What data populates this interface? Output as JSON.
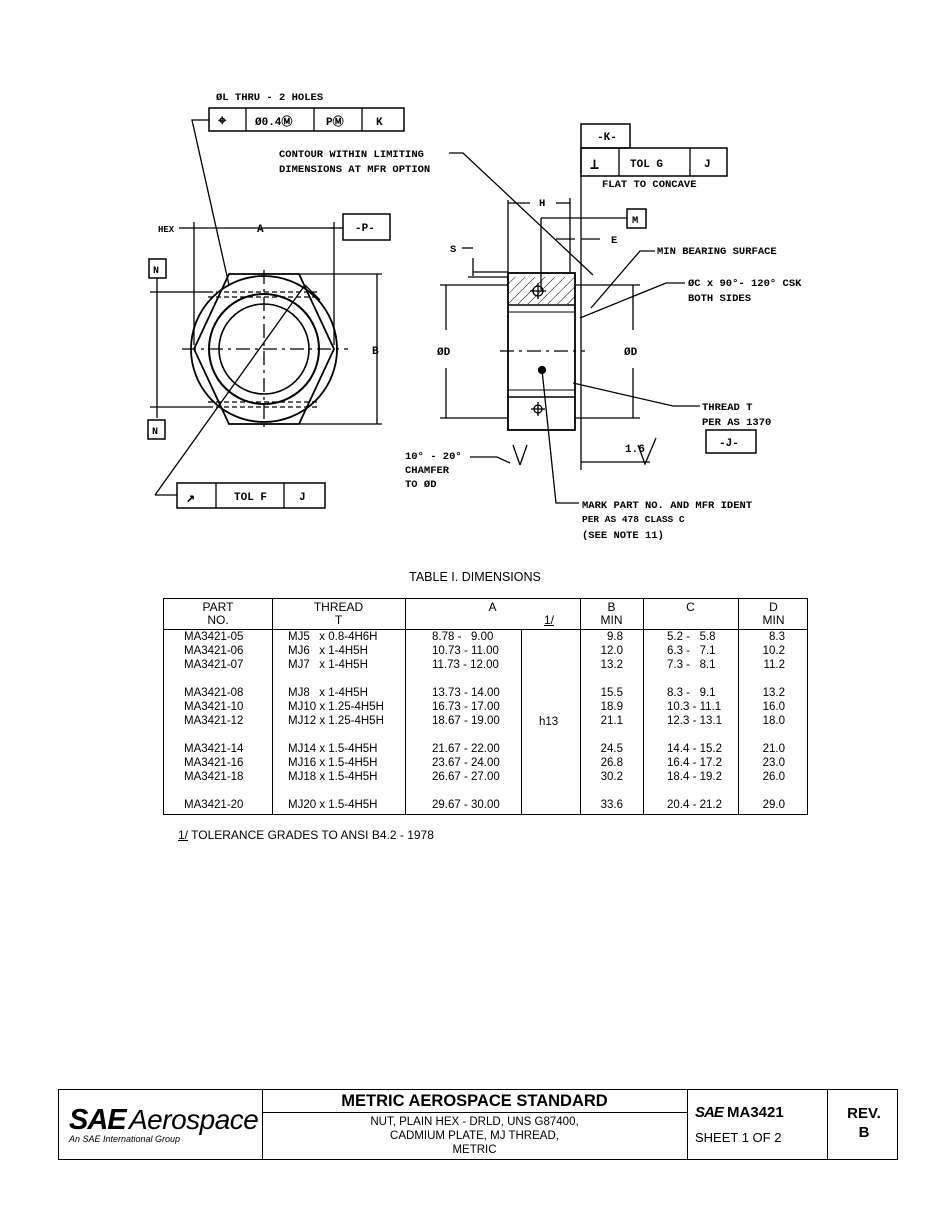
{
  "drawing": {
    "callouts": {
      "thru_holes": "ØL THRU - 2 HOLES",
      "fcf_position": [
        "⌖",
        "Ø0.4Ⓜ",
        "PⓂ",
        "K"
      ],
      "hex": "HEX",
      "dim_a": "A",
      "datum_p": "-P-",
      "datum_n": "N",
      "dim_b": "B",
      "fcf_runout": [
        "↗",
        "TOL F",
        "J"
      ],
      "contour": [
        "CONTOUR WITHIN LIMITING",
        "DIMENSIONS AT MFR OPTION"
      ],
      "datum_k": "-K-",
      "fcf_perp": [
        "⊥",
        "TOL G",
        "J"
      ],
      "flat_to_concave": "FLAT TO CONCAVE",
      "dim_h": "H",
      "datum_m": "M",
      "dim_e": "E",
      "dim_s": "S",
      "min_bearing": "MIN BEARING SURFACE",
      "csk": [
        "ØC x 90°- 120° CSK",
        "BOTH SIDES"
      ],
      "dia_d": "ØD",
      "thread": [
        "THREAD T",
        "PER AS 1370"
      ],
      "datum_j": "-J-",
      "surface_finish": "1.6",
      "chamfer": [
        "10° - 20°",
        "CHAMFER",
        "TO ØD"
      ],
      "mark": [
        "MARK PART NO. AND MFR IDENT",
        "PER AS 478 CLASS C",
        "(SEE NOTE 11)"
      ]
    }
  },
  "table": {
    "title": "TABLE I.  DIMENSIONS",
    "headers": {
      "part": [
        "PART",
        "NO."
      ],
      "thread": [
        "THREAD",
        "T"
      ],
      "a": "A",
      "note": "1/",
      "b": [
        "B",
        "MIN"
      ],
      "c": "C",
      "d": [
        "D",
        "MIN"
      ]
    },
    "tolerance": "h13",
    "rows": [
      {
        "part": "MA3421-05",
        "thread": "MJ5   x 0.8-4H6H",
        "a": "8.78 -   9.00",
        "b": "9.8",
        "c": "5.2 -   5.8",
        "d": "8.3"
      },
      {
        "part": "MA3421-06",
        "thread": "MJ6   x 1-4H5H",
        "a": "10.73 - 11.00",
        "b": "12.0",
        "c": "6.3 -   7.1",
        "d": "10.2"
      },
      {
        "part": "MA3421-07",
        "thread": "MJ7   x 1-4H5H",
        "a": "11.73 - 12.00",
        "b": "13.2",
        "c": "7.3 -   8.1",
        "d": "11.2"
      },
      {
        "part": "MA3421-08",
        "thread": "MJ8   x 1-4H5H",
        "a": "13.73 - 14.00",
        "b": "15.5",
        "c": "8.3 -   9.1",
        "d": "13.2"
      },
      {
        "part": "MA3421-10",
        "thread": "MJ10 x 1.25-4H5H",
        "a": "16.73 - 17.00",
        "b": "18.9",
        "c": "10.3 - 11.1",
        "d": "16.0"
      },
      {
        "part": "MA3421-12",
        "thread": "MJ12 x 1.25-4H5H",
        "a": "18.67 - 19.00",
        "b": "21.1",
        "c": "12.3 - 13.1",
        "d": "18.0"
      },
      {
        "part": "MA3421-14",
        "thread": "MJ14 x 1.5-4H5H",
        "a": "21.67 - 22.00",
        "b": "24.5",
        "c": "14.4 - 15.2",
        "d": "21.0"
      },
      {
        "part": "MA3421-16",
        "thread": "MJ16 x 1.5-4H5H",
        "a": "23.67 - 24.00",
        "b": "26.8",
        "c": "16.4 - 17.2",
        "d": "23.0"
      },
      {
        "part": "MA3421-18",
        "thread": "MJ18 x 1.5-4H5H",
        "a": "26.67 - 27.00",
        "b": "30.2",
        "c": "18.4 - 19.2",
        "d": "26.0"
      },
      {
        "part": "MA3421-20",
        "thread": "MJ20 x 1.5-4H5H",
        "a": "29.67 - 30.00",
        "b": "33.6",
        "c": "20.4 - 21.2",
        "d": "29.0"
      }
    ]
  },
  "footnote": {
    "num": "1/",
    "text": "  TOLERANCE GRADES TO ANSI B4.2 - 1978"
  },
  "footer": {
    "logo_sae": "SAE",
    "logo_aero": "Aerospace",
    "logo_sub": "An SAE International Group",
    "title": "METRIC AEROSPACE STANDARD",
    "desc": [
      "NUT, PLAIN HEX - DRLD, UNS G87400,",
      "CADMIUM PLATE, MJ THREAD,",
      "METRIC"
    ],
    "doc_sae": "SAE",
    "doc_no": "MA3421",
    "sheet": "SHEET 1 OF 2",
    "rev_label": "REV.",
    "rev_value": "B"
  }
}
